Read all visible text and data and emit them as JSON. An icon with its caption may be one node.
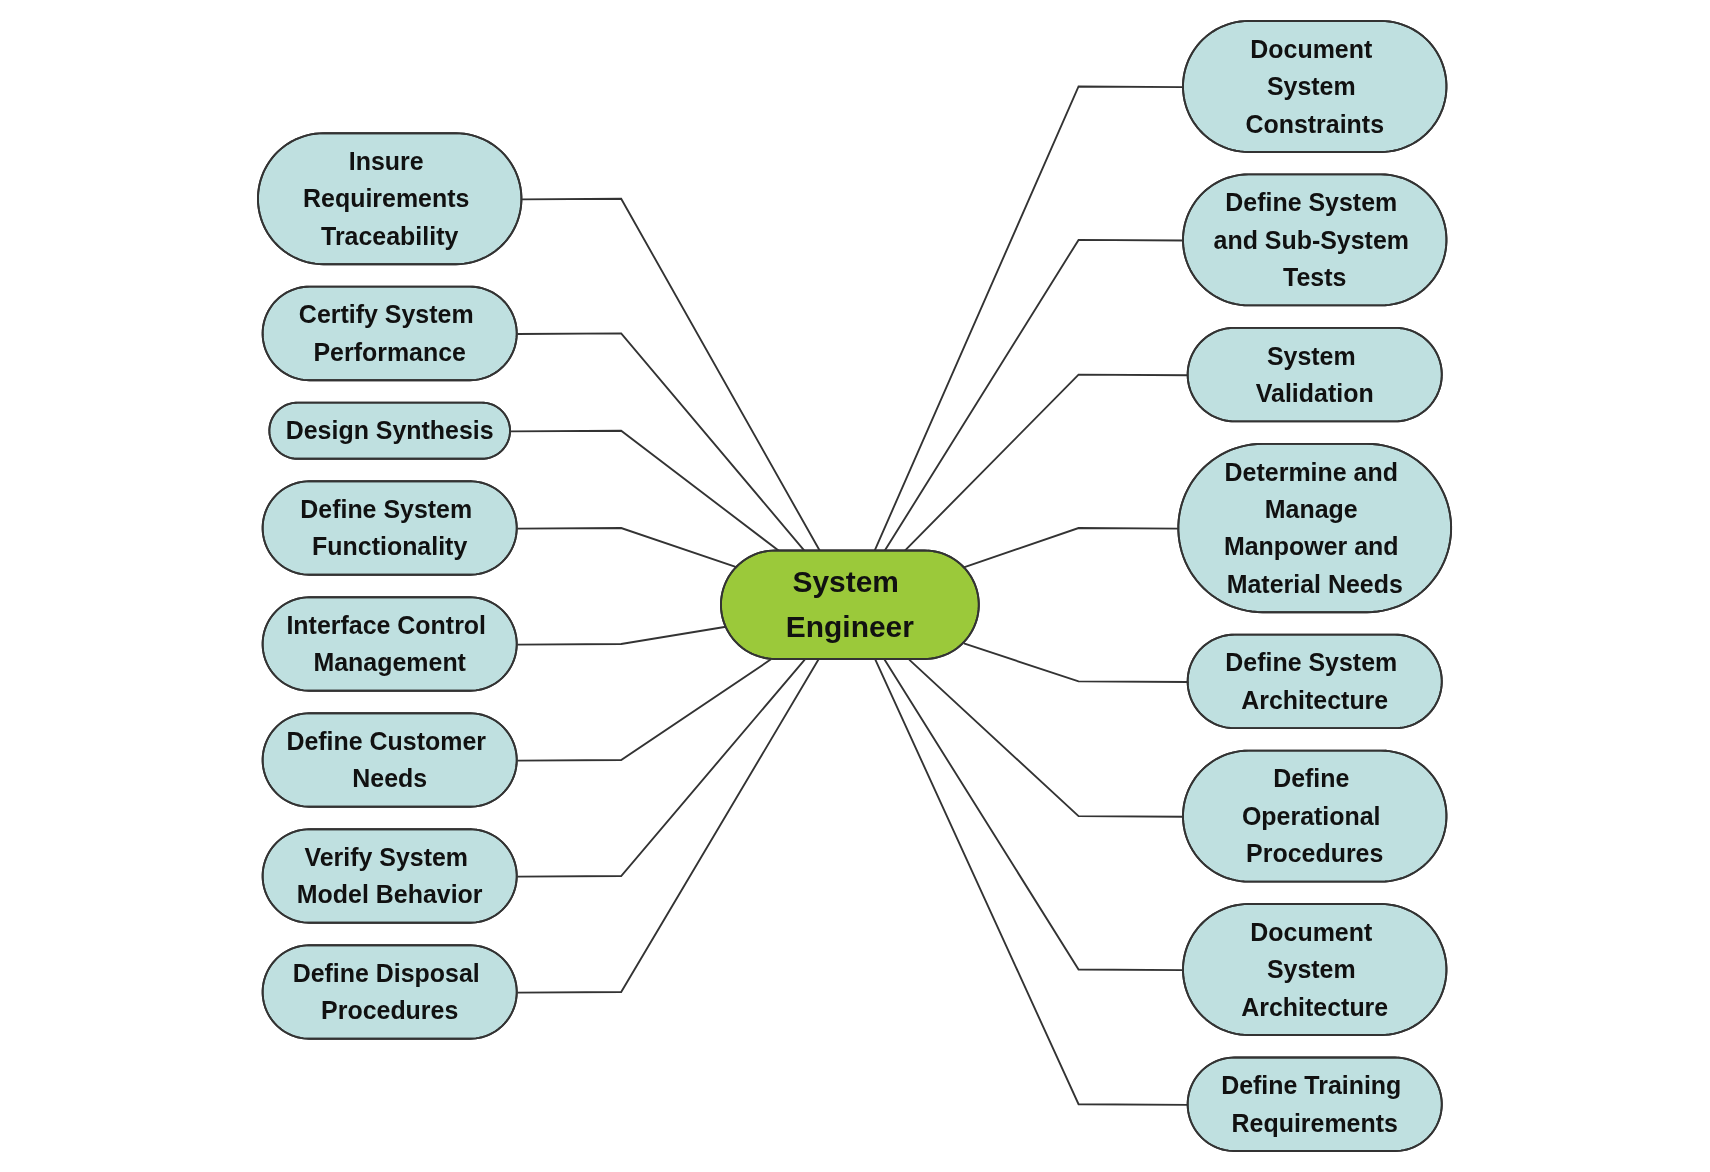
{
  "diagram": {
    "nodes": [
      {
        "text": [
          "Insure Requirements Traceability"
        ]
      },
      {
        "text": [
          "Certify System Performance"
        ]
      },
      {
        "text": [
          "Document System Constraints"
        ]
      },
      {
        "text": [
          "Design Synthesis"
        ]
      },
      {
        "text": [
          "Define System and Sub-System Tests"
        ]
      },
      {
        "text": [
          "System Validation"
        ]
      },
      {
        "text": [
          "Determine and Manage Manpower and Material Needs"
        ]
      },
      {
        "text": [
          "Define System Functionality"
        ]
      },
      {
        "text": [
          "System Engineer"
        ]
      },
      {
        "text": [
          "Interface Control Management"
        ]
      },
      {
        "text": [
          "Define System Architecture"
        ]
      },
      {
        "text": [
          "Define Customer Needs"
        ]
      },
      {
        "text": [
          "Define Operational Procedures"
        ]
      },
      {
        "text": [
          "Verify System Model Behavior"
        ]
      },
      {
        "text": [
          "Define Disposal Procedures"
        ]
      },
      {
        "text": [
          "Document System Architecture"
        ]
      },
      {
        "text": [
          "Define Training Requirements"
        ]
      }
    ],
    "edges": [
      {
        "from": 0,
        "to": 8,
        "arrow": "none"
      },
      {
        "from": 1,
        "to": 8,
        "arrow": "none"
      },
      {
        "from": 8,
        "to": 2,
        "arrow": "none"
      },
      {
        "from": 3,
        "to": 8,
        "arrow": "none"
      },
      {
        "from": 8,
        "to": 4,
        "arrow": "none"
      },
      {
        "from": 8,
        "to": 5,
        "arrow": "none"
      },
      {
        "from": 8,
        "to": 6,
        "arrow": "none"
      },
      {
        "from": 7,
        "to": 8,
        "arrow": "none"
      },
      {
        "from": 9,
        "to": 8,
        "arrow": "none"
      },
      {
        "from": 8,
        "to": 10,
        "arrow": "none"
      },
      {
        "from": 11,
        "to": 8,
        "arrow": "none"
      },
      {
        "from": 8,
        "to": 12,
        "arrow": "none"
      },
      {
        "from": 13,
        "to": 8,
        "arrow": "none"
      },
      {
        "from": 14,
        "to": 8,
        "arrow": "none"
      },
      {
        "from": 8,
        "to": 15,
        "arrow": "none"
      },
      {
        "from": 8,
        "to": 16,
        "arrow": "none"
      }
    ]
  }
}
